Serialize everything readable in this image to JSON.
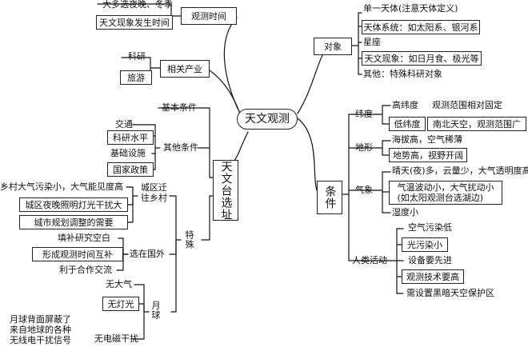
{
  "center": "天文观测",
  "observe_time": {
    "title": "观测时间",
    "items": [
      "大多选夜晚、冬季",
      "天文现象发生时间"
    ]
  },
  "industry": {
    "title": "相关产业",
    "items": [
      "科研",
      "旅游"
    ]
  },
  "target": {
    "title": "对象",
    "items": [
      "单一天体(注意天体定义)",
      "天体系统：如太阳系、银河系",
      "星座",
      "天文现象：如日月食、极光等",
      "其他：特殊科研对象"
    ]
  },
  "conditions": {
    "title": "条件",
    "latitude": {
      "label": "纬度",
      "items": [
        {
          "key": "高纬度",
          "value": "观测范围相对固定"
        },
        {
          "key": "低纬度",
          "value": "南北天空，观测范围广"
        }
      ]
    },
    "terrain": {
      "label": "地形",
      "items": [
        "海拔高，空气稀薄",
        "地势高，视野开阔"
      ]
    },
    "weather": {
      "label": "气象",
      "items": [
        "晴天(夜)多，云量少，大气透明度高",
        "气温波动小，大气扰动小\n(如太阳观测台选湖边)",
        "湿度小"
      ]
    },
    "human": {
      "label": "人类活动",
      "items": [
        "空气污染低",
        "光污染小",
        "设备要先进",
        "观测技术要高",
        "需设置黑暗天空保护区"
      ]
    }
  },
  "site": {
    "title": "天文台选址",
    "basic": "基本条件",
    "other": {
      "label": "其他条件",
      "items": [
        "交通",
        "科研水平",
        "基础设施",
        "国家政策"
      ]
    },
    "special": {
      "label": "特殊",
      "city_to_country": {
        "label": "城区迁往乡村",
        "items": [
          "乡村大气污染小，大气能见度高",
          "城区夜晚照明灯光干扰大",
          "城市规划调整的需要"
        ]
      },
      "abroad": {
        "label": "选在国外",
        "items": [
          "填补研究空白",
          "形成观测时间互补",
          "利于合作交流"
        ]
      },
      "moon": {
        "label": "月球",
        "items": [
          "无大气",
          "无灯光",
          "无电磁干扰"
        ],
        "note": "月球背面屏蔽了\n来自地球的各种\n无线电干扰信号"
      }
    }
  }
}
